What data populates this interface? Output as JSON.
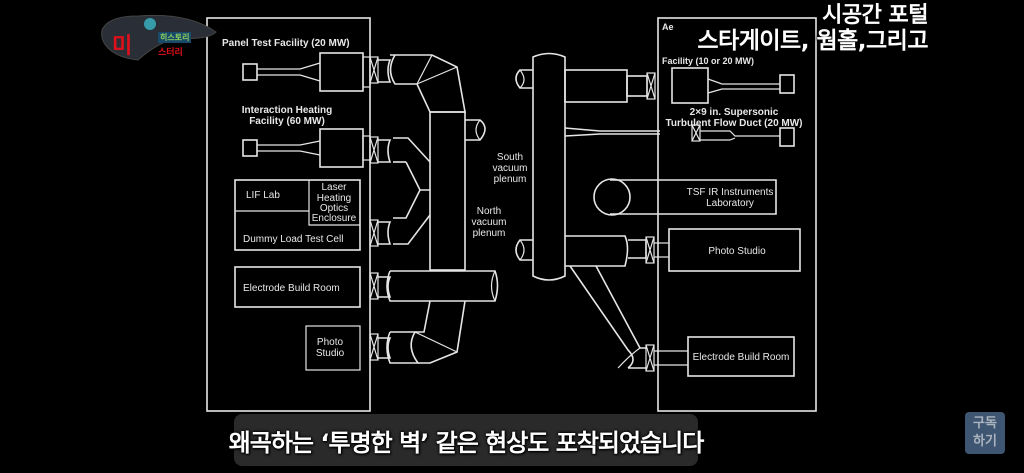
{
  "channel": {
    "logo": {
      "big": "미",
      "top": "히스토리",
      "bottom": "스터리"
    },
    "subscribe_label_line1": "구독",
    "subscribe_label_line2": "하기"
  },
  "title_overlay": {
    "line1": "시공간 포털",
    "line2": "스타게이트, 웜홀,그리고"
  },
  "subtitle": "왜곡하는 ‘투명한 벽’ 같은 현상도 포착되었습니다",
  "diagram": {
    "left_building": {
      "panel_test": "Panel Test Facility (20 MW)",
      "interaction_heating_1": "Interaction Heating",
      "interaction_heating_2": "Facility (60 MW)",
      "lif_lab": "LIF Lab",
      "laser_1": "Laser",
      "laser_2": "Heating",
      "laser_3": "Optics",
      "laser_4": "Enclosure",
      "dummy_load": "Dummy Load Test Cell",
      "electrode": "Electrode Build Room",
      "photo_1": "Photo",
      "photo_2": "Studio"
    },
    "center": {
      "south_1": "South",
      "south_2": "vacuum",
      "south_3": "plenum",
      "north_1": "North",
      "north_2": "vacuum",
      "north_3": "plenum"
    },
    "right_building": {
      "aero_1": "Ae",
      "aero_2": "Facility (10 or 20 MW)",
      "duct_1": "2×9 in. Supersonic",
      "duct_2": "Turbulent Flow Duct (20 MW)",
      "tsf_1": "TSF IR Instruments",
      "tsf_2": "Laboratory",
      "photo": "Photo Studio",
      "electrode": "Electrode Build Room"
    }
  },
  "colors": {
    "line": "#e6e6e6",
    "background": "#000000",
    "subscribe_bg": "#4a6688"
  }
}
